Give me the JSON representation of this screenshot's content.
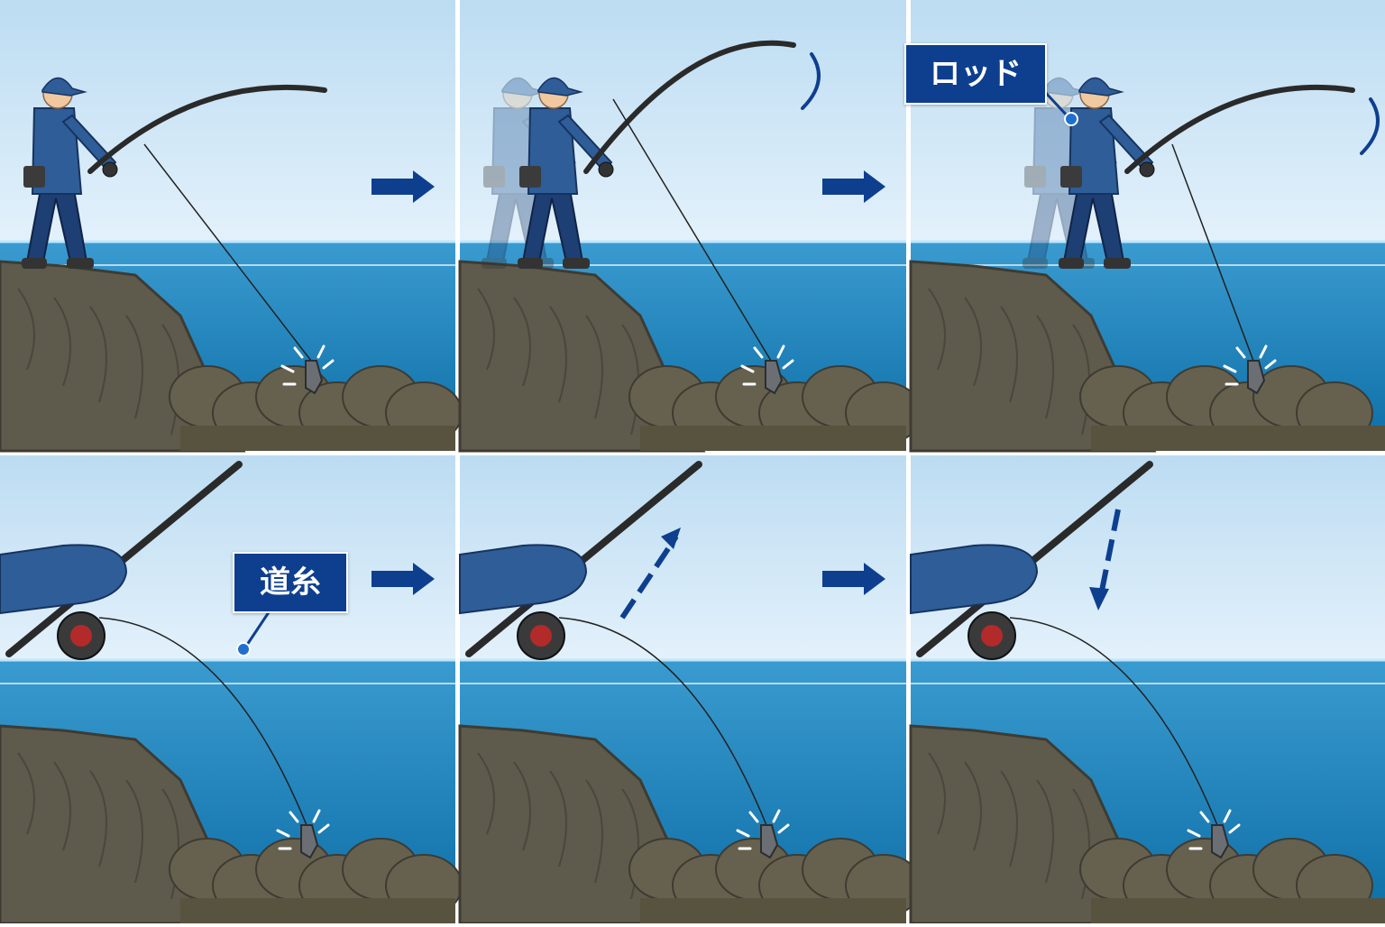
{
  "labels": {
    "rod": "ロッド",
    "line": "道糸"
  },
  "colors": {
    "accent_blue": "#0e3f8f",
    "sky_top": "#bcdcf2",
    "sky_bottom": "#e3f1fb",
    "water_top": "#3a9bd0",
    "water_bottom": "#0d6ea6",
    "rock": "#5e5a4c",
    "rock_dark": "#3e3b32",
    "jacket": "#2f5d98",
    "pants": "#1d3f73",
    "rod": "#2a2a2a"
  },
  "panels": [
    {
      "id": "p1",
      "scene": "angler-on-rock",
      "ghost": false,
      "rod_motion": false
    },
    {
      "id": "p2",
      "scene": "angler-on-rock",
      "ghost": true,
      "rod_motion": true
    },
    {
      "id": "p3",
      "scene": "angler-on-rock",
      "ghost": true,
      "rod_motion": true
    },
    {
      "id": "p4",
      "scene": "hand-and-reel",
      "motion_arrow": "none"
    },
    {
      "id": "p5",
      "scene": "hand-and-reel",
      "motion_arrow": "up"
    },
    {
      "id": "p6",
      "scene": "hand-and-reel",
      "motion_arrow": "down"
    }
  ]
}
